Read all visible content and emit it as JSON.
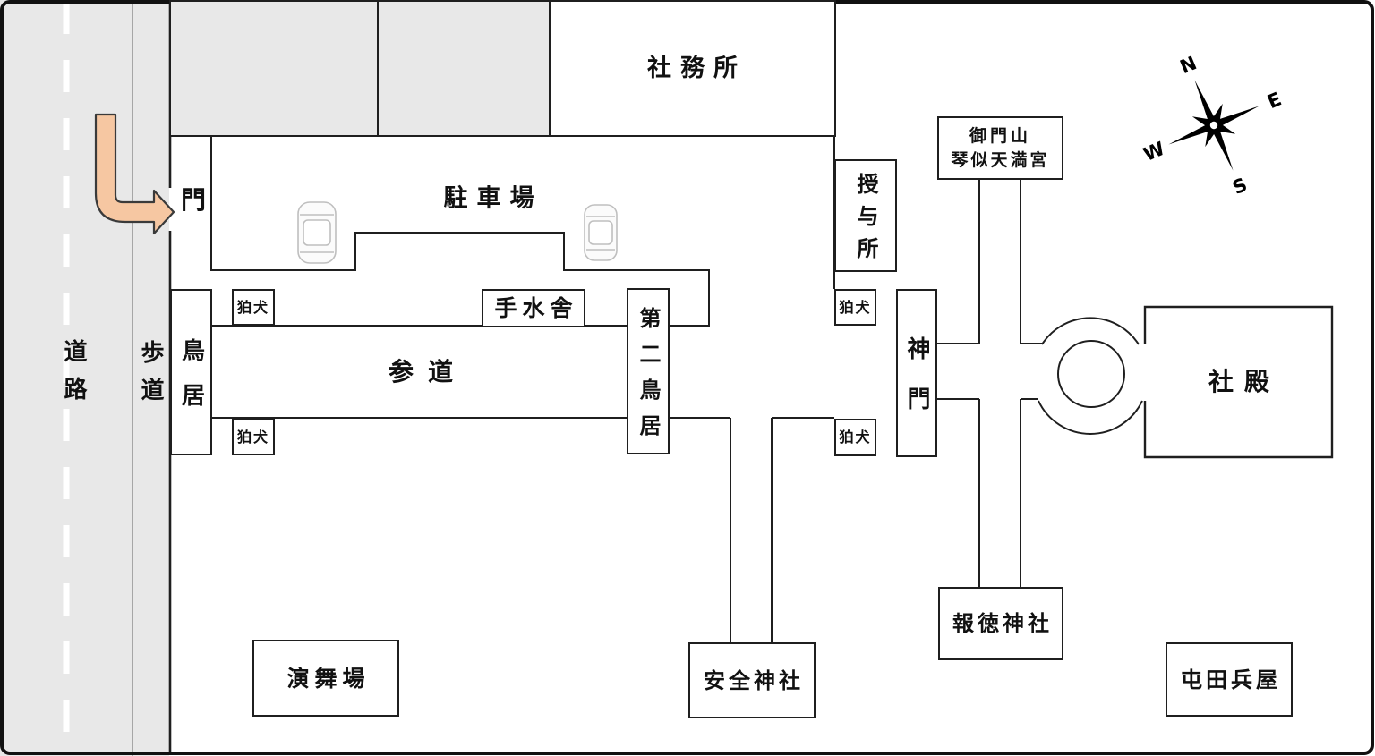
{
  "labels": {
    "road": "道路",
    "sidewalk": "歩道",
    "gate": "門",
    "parking": "駐車場",
    "shrine_office": "社務所",
    "komainu": "狛犬",
    "torii": "鳥居",
    "approach": "参道",
    "temizuya": "手水舎",
    "second_torii": "第二鳥居",
    "juyosho": "授与所",
    "shinmon": "神門",
    "sign_line1": "御門山",
    "sign_line2": "琴似天満宮",
    "main_hall": "社殿",
    "hotoku_shrine": "報徳神社",
    "anzen_shrine": "安全神社",
    "stage": "演舞場",
    "tondenhei_house": "屯田兵屋"
  },
  "compass": {
    "n": "N",
    "e": "E",
    "s": "S",
    "w": "W"
  },
  "colors": {
    "road_gray": "#e8e8e8",
    "line_black": "#1f1f1f",
    "arrow_fill": "#f6c7a2",
    "arrow_stroke": "#3a3a3a",
    "road_dash_white": "#ffffff"
  }
}
